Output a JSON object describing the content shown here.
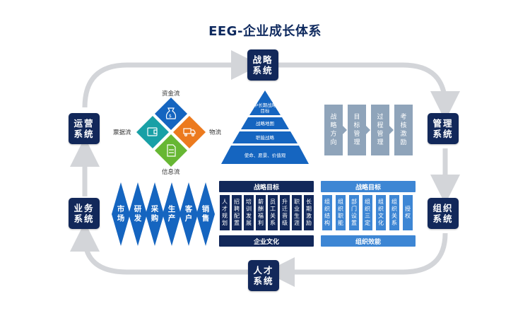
{
  "title": "EEG-企业成长体系",
  "systems": {
    "strategy": "战略系统",
    "management": "管理系统",
    "organization": "组织系统",
    "talent": "人才系统",
    "business": "业务系统",
    "operation": "运营系统"
  },
  "flows": {
    "capital": "资金流",
    "logistics": "物流",
    "information": "信息流",
    "invoice": "票据流"
  },
  "pyramid": {
    "top": "中长期战略目标",
    "level2": "战略地图",
    "level3": "职能战略",
    "base": "使命、愿景、价值观"
  },
  "management_steps": [
    "战略方向",
    "目标管理",
    "过程管理",
    "考核激励"
  ],
  "business_functions": [
    "市场",
    "研发",
    "采购",
    "生产",
    "客户",
    "销售"
  ],
  "talent_panel": {
    "header": "战略目标",
    "columns": [
      "人才规划",
      "招聘配置",
      "培训发展",
      "薪酬福利",
      "员工关系",
      "升迁晋级",
      "职业生涯",
      "长期激励"
    ],
    "footer": "企业文化"
  },
  "org_panel": {
    "header": "战略目标",
    "columns": [
      "组织结构",
      "组织职能",
      "部门设置",
      "组织三定",
      "组织文化",
      "组织关系",
      "授权"
    ],
    "footer": "组织效能"
  },
  "icons": {
    "capital": "money-bag-icon",
    "logistics": "truck-icon",
    "information": "document-icon",
    "invoice": "wallet-icon"
  },
  "colors": {
    "navy": "#12285a",
    "blue": "#1565c0",
    "light_blue": "#3d86d4",
    "teal": "#18a0a6",
    "orange": "#ec7a1e",
    "green": "#67b733",
    "steel": "#8fa4ba",
    "loop_gray": "#d3d5d9"
  }
}
